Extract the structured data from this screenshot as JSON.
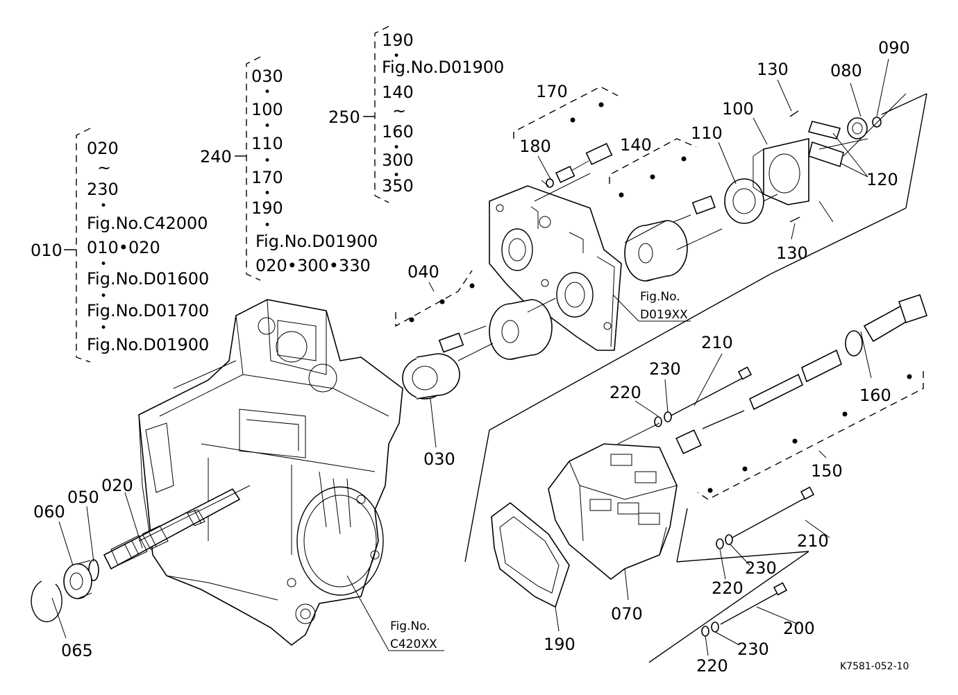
{
  "groups": {
    "g010": {
      "id": "010",
      "lines": [
        "020",
        "~",
        "230",
        "•",
        "Fig.No.C42000",
        "010•020",
        "•",
        "Fig.No.D01600",
        "•",
        "Fig.No.D01700",
        "•",
        "Fig.No.D01900"
      ]
    },
    "g240": {
      "id": "240",
      "lines": [
        "030",
        "•",
        "100",
        "•",
        "110",
        "•",
        "170",
        "•",
        "190",
        "•",
        "Fig.No.D01900",
        "020•300•330"
      ]
    },
    "g250": {
      "id": "250",
      "lines": [
        "190",
        "•",
        "Fig.No.D01900",
        "140",
        "~",
        "160",
        "•",
        "300",
        "•",
        "350"
      ]
    }
  },
  "parts": {
    "p020": "020",
    "p030": "030",
    "p040": "040",
    "p050": "050",
    "p060": "060",
    "p065": "065",
    "p070": "070",
    "p080": "080",
    "p090": "090",
    "p100": "100",
    "p110": "110",
    "p120": "120",
    "p130a": "130",
    "p130b": "130",
    "p140": "140",
    "p150": "150",
    "p160": "160",
    "p170": "170",
    "p180": "180",
    "p190": "190",
    "p200": "200",
    "p210a": "210",
    "p210b": "210",
    "p220a": "220",
    "p220b": "220",
    "p220c": "220",
    "p230a": "230",
    "p230b": "230",
    "p230c": "230"
  },
  "refs": {
    "d019": {
      "line1": "Fig.No.",
      "line2": "D019XX"
    },
    "c420": {
      "line1": "Fig.No.",
      "line2": "C420XX"
    }
  },
  "drawing_number": "K7581-052-10"
}
